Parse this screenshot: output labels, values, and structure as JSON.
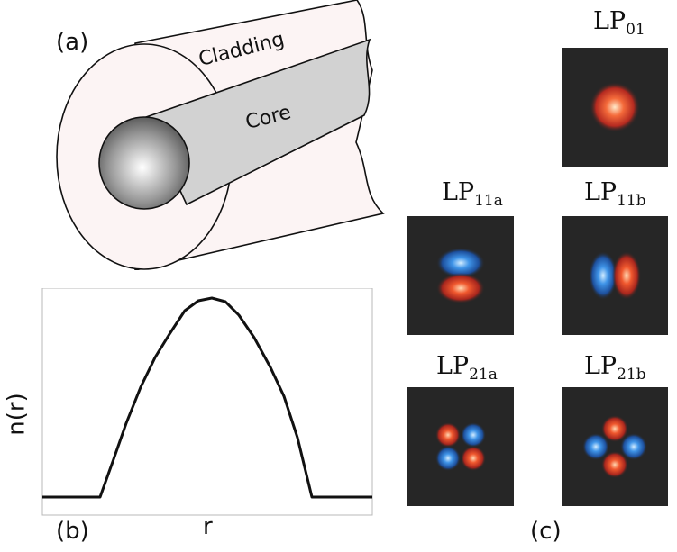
{
  "panel_a": {
    "label": "(a)",
    "cladding_label": "Cladding",
    "core_label": "Core"
  },
  "panel_b": {
    "label": "(b)",
    "xlabel": "r",
    "ylabel": "n(r)",
    "profile": "parabolic (graded-index)"
  },
  "panel_c": {
    "label": "(c)",
    "modes": [
      {
        "id": "lp01",
        "base": "LP",
        "sub": "01",
        "pattern": "central-lobe"
      },
      {
        "id": "lp11a",
        "base": "LP",
        "sub": "11a",
        "pattern": "two-lobes-vertical"
      },
      {
        "id": "lp11b",
        "base": "LP",
        "sub": "11b",
        "pattern": "two-lobes-horizontal"
      },
      {
        "id": "lp21a",
        "base": "LP",
        "sub": "21a",
        "pattern": "four-lobes-grid"
      },
      {
        "id": "lp21b",
        "base": "LP",
        "sub": "21b",
        "pattern": "four-lobes-diagonal"
      }
    ]
  },
  "colors": {
    "mode_background": "#262626",
    "positive_lobe": "#e8442a",
    "negative_lobe": "#3a8fe0",
    "cladding_fill": "#fcf4f4",
    "core_fill": "#d2d2d2"
  }
}
